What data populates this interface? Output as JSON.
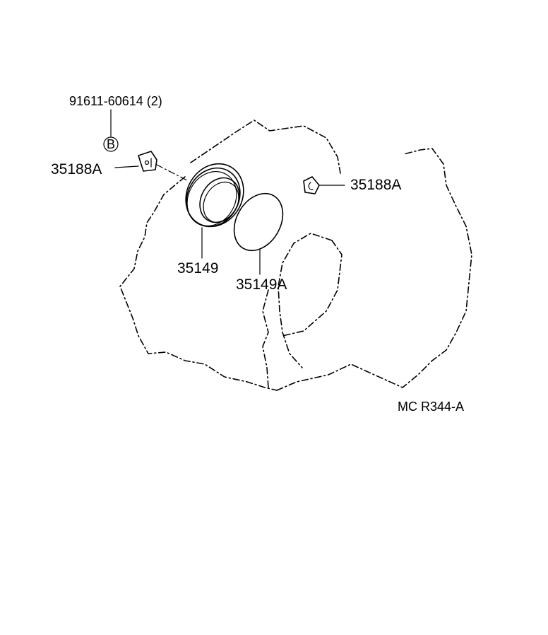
{
  "diagram": {
    "code": "MC R344-A",
    "bolt_symbol": "B",
    "parts": [
      {
        "number": "91611-60614 (2)"
      },
      {
        "number": "35188A"
      },
      {
        "number": "35188A"
      },
      {
        "number": "35149"
      },
      {
        "number": "35149A"
      }
    ]
  }
}
